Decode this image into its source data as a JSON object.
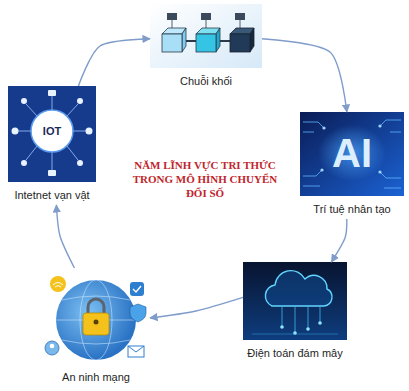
{
  "diagram": {
    "title": "NĂM LĨNH VỰC TRI THỨC TRONG MÔ HÌNH CHUYỂN ĐỔI SỐ",
    "nodes": [
      {
        "text": [
          "Chuỗi khối"
        ]
      },
      {
        "text": [
          "Trí tuệ nhân tạo"
        ]
      },
      {
        "text": [
          "Điện toán đám mây"
        ]
      },
      {
        "text": [
          "An ninh mạng"
        ]
      },
      {
        "text": [
          "Intetnet vạn vật"
        ]
      }
    ],
    "edges": [
      {
        "from": 0,
        "to": 1,
        "arrow": "to"
      },
      {
        "from": 1,
        "to": 2,
        "arrow": "to"
      },
      {
        "from": 2,
        "to": 3,
        "arrow": "to"
      },
      {
        "from": 3,
        "to": 4,
        "arrow": "to"
      },
      {
        "from": 4,
        "to": 0,
        "arrow": "to"
      }
    ],
    "labels": [
      "AI",
      "IOT"
    ]
  }
}
